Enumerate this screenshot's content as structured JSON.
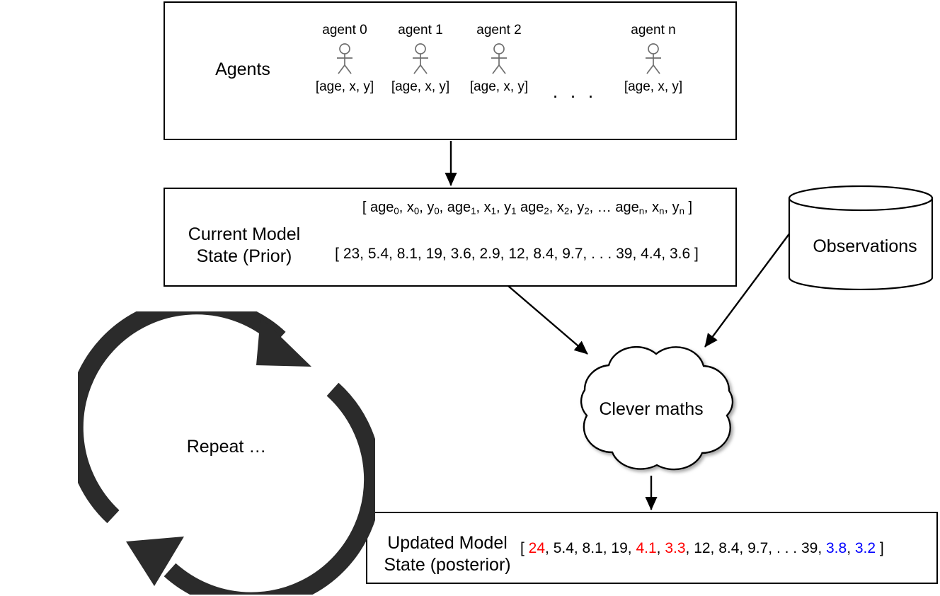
{
  "diagram": {
    "title": "Agent-based model data assimilation cycle",
    "colors": {
      "stroke": "#000000",
      "actor": "#6e6e6e",
      "cycle": "#2b2b2b",
      "updated_red": "#ff0000",
      "updated_blue": "#0000ff",
      "background": "#ffffff"
    }
  },
  "agents": {
    "label": "Agents",
    "ellipsis": ". . .",
    "columns": [
      {
        "name": "agent 0",
        "state": "[age, x, y]",
        "icon": "actor-icon"
      },
      {
        "name": "agent 1",
        "state": "[age, x, y]",
        "icon": "actor-icon"
      },
      {
        "name": "agent 2",
        "state": "[age, x, y]",
        "icon": "actor-icon"
      },
      {
        "name": "agent n",
        "state": "[age, x, y]",
        "icon": "actor-icon"
      }
    ]
  },
  "prior": {
    "label_line1": "Current Model",
    "label_line2": "State (Prior)",
    "symbolic": {
      "open": "[ ",
      "tokens": [
        {
          "base": "age",
          "sub": "0",
          "sep": ", "
        },
        {
          "base": "x",
          "sub": "0",
          "sep": ", "
        },
        {
          "base": "y",
          "sub": "0",
          "sep": ", "
        },
        {
          "base": "age",
          "sub": "1",
          "sep": ", "
        },
        {
          "base": "x",
          "sub": "1",
          "sep": ", "
        },
        {
          "base": "y",
          "sub": "1",
          "sep": " "
        },
        {
          "base": "age",
          "sub": "2",
          "sep": ", "
        },
        {
          "base": "x",
          "sub": "2",
          "sep": ", "
        },
        {
          "base": "y",
          "sub": "2",
          "sep": ",  …  "
        },
        {
          "base": "age",
          "sub": "n",
          "sep": ", "
        },
        {
          "base": "x",
          "sub": "n",
          "sep": ", "
        },
        {
          "base": "y",
          "sub": "n",
          "sep": ""
        }
      ],
      "close": " ]"
    },
    "values_text": "[ 23, 5.4, 8.1, 19, 3.6, 2.9, 12, 8.4, 9.7, . . . 39, 4.4, 3.6 ]"
  },
  "observations": {
    "label": "Observations",
    "shape": "database-cylinder"
  },
  "clever_maths": {
    "label": "Clever maths",
    "shape": "cloud"
  },
  "posterior": {
    "label_line1": "Updated Model",
    "label_line2": "State (posterior)",
    "values": [
      {
        "text": "[ ",
        "color": "#000000"
      },
      {
        "text": "24",
        "color": "#ff0000"
      },
      {
        "text": ", 5.4, 8.1, 19, ",
        "color": "#000000"
      },
      {
        "text": "4.1",
        "color": "#ff0000"
      },
      {
        "text": ", ",
        "color": "#000000"
      },
      {
        "text": "3.3",
        "color": "#ff0000"
      },
      {
        "text": ", 12, 8.4, 9.7, . . . 39, ",
        "color": "#000000"
      },
      {
        "text": "3.8",
        "color": "#0000ff"
      },
      {
        "text": ", ",
        "color": "#000000"
      },
      {
        "text": "3.2",
        "color": "#0000ff"
      },
      {
        "text": " ]",
        "color": "#000000"
      }
    ]
  },
  "repeat": {
    "label": "Repeat …"
  },
  "connectors": [
    {
      "name": "agents-to-prior",
      "from": "agents-box",
      "to": "prior-box",
      "style": "straight-arrow"
    },
    {
      "name": "prior-to-cloud",
      "from": "prior-box",
      "to": "clever-maths-cloud",
      "style": "diagonal-arrow"
    },
    {
      "name": "observations-to-cloud",
      "from": "observations-cylinder",
      "to": "clever-maths-cloud",
      "style": "diagonal-arrow"
    },
    {
      "name": "cloud-to-posterior",
      "from": "clever-maths-cloud",
      "to": "posterior-box",
      "style": "straight-arrow"
    }
  ]
}
